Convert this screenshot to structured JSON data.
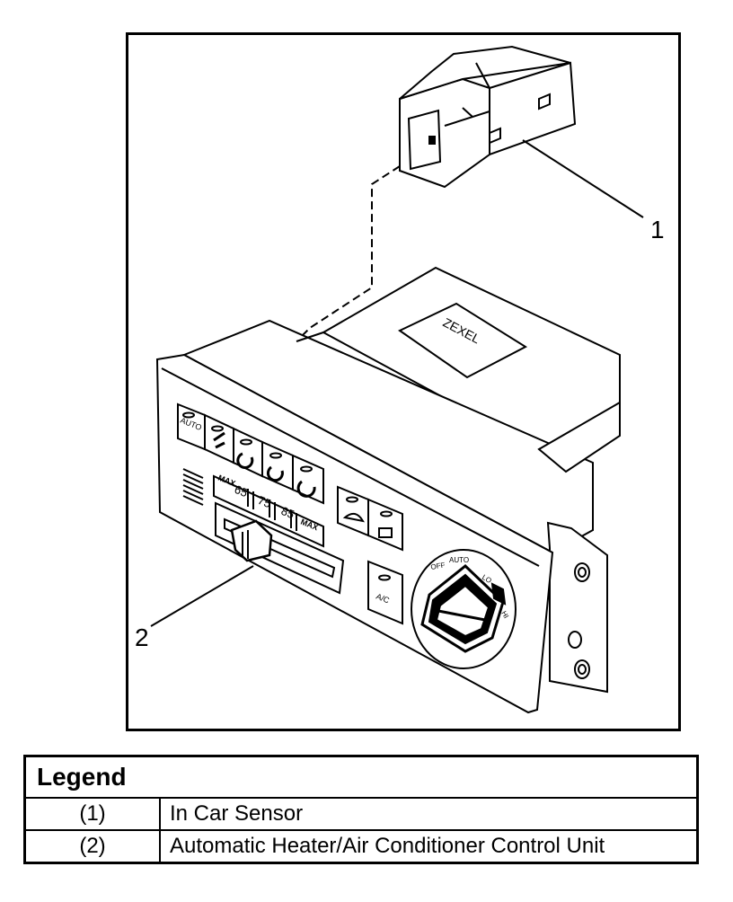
{
  "callouts": {
    "c1": "1",
    "c2": "2"
  },
  "panel": {
    "label_zexel": "ZEXEL",
    "btn_auto": "AUTO",
    "temp_max_left": "MAX",
    "temp_65": "65",
    "temp_75": "75",
    "temp_85": "85",
    "temp_max_right": "MAX",
    "btn_ac": "A/C",
    "knob_off": "OFF",
    "knob_auto": "AUTO",
    "knob_lo": "LO",
    "knob_hi": "HI"
  },
  "legend": {
    "title": "Legend",
    "rows": [
      {
        "num": "(1)",
        "desc": "In Car Sensor"
      },
      {
        "num": "(2)",
        "desc": "Automatic Heater/Air Conditioner Control Unit"
      }
    ]
  }
}
